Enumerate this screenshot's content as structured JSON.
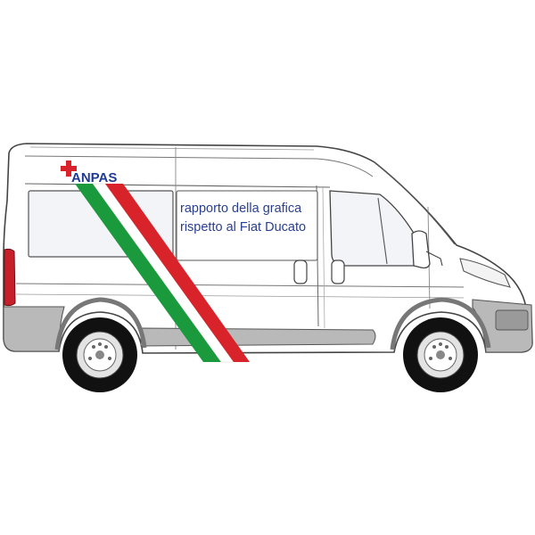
{
  "logo": {
    "text": "ANPAS",
    "colors": {
      "cross": "#d8232a",
      "text": "#1f3a93"
    }
  },
  "caption": {
    "line1": "rapporto della grafica",
    "line2": "rispetto al Fiat Ducato",
    "color": "#2a3f8f"
  },
  "livery": {
    "stripe_colors": [
      "#1a9a3d",
      "#ffffff",
      "#d8232a"
    ]
  },
  "vehicle": {
    "body_color": "#ffffff",
    "outline_color": "#444444",
    "bumper_color": "#b9b9b9",
    "taillight_color": "#c8202a",
    "glass_color": "#f2f4f7"
  }
}
